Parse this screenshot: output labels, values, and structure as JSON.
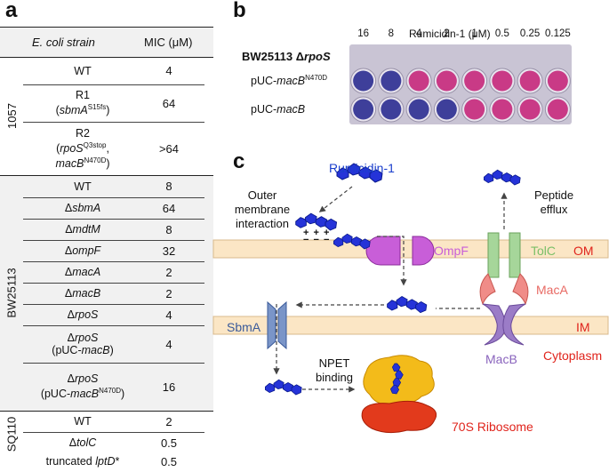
{
  "panels": {
    "a": "a",
    "b": "b",
    "c": "c"
  },
  "table": {
    "header": {
      "strain": "E. coli strain",
      "mic": "MIC (μM)"
    },
    "groups": [
      {
        "name": "1057",
        "rows": [
          {
            "base": "WT",
            "mic": "4"
          },
          {
            "base": "R1",
            "paren_open": "(",
            "gene": "sbmA",
            "sup": "S15fs",
            "paren_close": ")",
            "mic": "64"
          },
          {
            "base": "R2",
            "line2_gene": "rpoS",
            "line2_sup": "Q3stop",
            "line3_gene": "macB",
            "line3_sup": "N470D",
            "mic": ">64"
          }
        ]
      },
      {
        "name": "BW25113",
        "rows": [
          {
            "base": "WT",
            "mic": "8"
          },
          {
            "delta": "Δ",
            "gene": "sbmA",
            "mic": "64"
          },
          {
            "delta": "Δ",
            "gene": "mdtM",
            "mic": "8"
          },
          {
            "delta": "Δ",
            "gene": "ompF",
            "mic": "32"
          },
          {
            "delta": "Δ",
            "gene": "macA",
            "mic": "2"
          },
          {
            "delta": "Δ",
            "gene": "macB",
            "mic": "2"
          },
          {
            "delta": "Δ",
            "gene": "rpoS",
            "mic": "4"
          },
          {
            "delta": "Δ",
            "gene": "rpoS",
            "plasmid": "pUC-",
            "pgene": "macB",
            "mic": "4"
          },
          {
            "delta": "Δ",
            "gene": "rpoS",
            "plasmid": "pUC-",
            "pgene": "macB",
            "psup": "N470D",
            "mic": "16"
          }
        ]
      },
      {
        "name": "SQ110",
        "rows": [
          {
            "base": "WT",
            "mic": "2"
          },
          {
            "delta": "Δ",
            "gene": "tolC",
            "mic": "0.5"
          },
          {
            "prefix": "truncated ",
            "gene": "lptD",
            "suffix": " *",
            "mic": "0.5"
          }
        ]
      }
    ]
  },
  "plate": {
    "strain_prefix": "BW25113 Δ",
    "strain_gene": "rpoS",
    "title": "Rumicidin-1 (μM)",
    "concentrations": [
      "16",
      "8",
      "4",
      "2",
      "1",
      "0.5",
      "0.25",
      "0.125"
    ],
    "rows": [
      {
        "prefix": "pUC-",
        "gene": "macB",
        "sup": "N470D",
        "wells": [
          "purple",
          "purple",
          "pink",
          "pink",
          "pink",
          "pink",
          "pink",
          "pink"
        ]
      },
      {
        "prefix": "pUC-",
        "gene": "macB",
        "sup": "",
        "wells": [
          "purple",
          "purple",
          "purple",
          "purple",
          "pink",
          "pink",
          "pink",
          "pink"
        ]
      }
    ],
    "colors": {
      "purple": "#3e3f9a",
      "pink": "#c93a86",
      "plate_bg": "#c9c4d4"
    }
  },
  "diagram": {
    "rumicidin": "Rumicidin-1",
    "outer_membrane_interaction": [
      "Outer",
      "membrane",
      "interaction"
    ],
    "charges": "+ + +",
    "charges_minus": "− − −",
    "peptide_efflux": [
      "Peptide",
      "efflux"
    ],
    "ompf": "OmpF",
    "tolc": "TolC",
    "om": "OM",
    "maca": "MacA",
    "sbma": "SbmA",
    "macb": "MacB",
    "im": "IM",
    "cytoplasm": "Cytoplasm",
    "npet": [
      "NPET",
      "binding"
    ],
    "ribosome": "70S Ribosome",
    "colors": {
      "membrane": "#fbe6c5",
      "peptide": "#2533d8",
      "ompf": "#c85ed8",
      "tolc": "#a6d69a",
      "maca": "#f08c88",
      "macb": "#9b7cc7",
      "sbma": "#7a95c8",
      "ribo_large": "#f3bb1a",
      "ribo_small": "#e23a1c",
      "red_text": "#e0241c",
      "blue_text": "#1a3ecc"
    }
  }
}
